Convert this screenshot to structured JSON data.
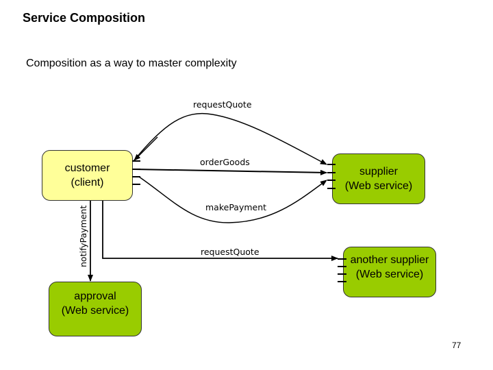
{
  "slide": {
    "title": "Service Composition",
    "subtitle": "Composition as a way to master complexity",
    "page_number": "77"
  },
  "nodes": {
    "customer": {
      "line1": "customer",
      "line2": "(client)",
      "color": "#ffff99"
    },
    "supplier": {
      "line1": "supplier",
      "line2": "(Web service)",
      "color": "#99cc00"
    },
    "another_supplier": {
      "line1": "another supplier",
      "line2": "(Web service)",
      "color": "#99cc00"
    },
    "approval": {
      "line1": "approval",
      "line2": "(Web service)",
      "color": "#99cc00"
    }
  },
  "edges": {
    "request_quote_top": "requestQuote",
    "order_goods": "orderGoods",
    "make_payment": "makePayment",
    "request_quote_bottom": "requestQuote",
    "notify_payment": "notifyPayment"
  }
}
